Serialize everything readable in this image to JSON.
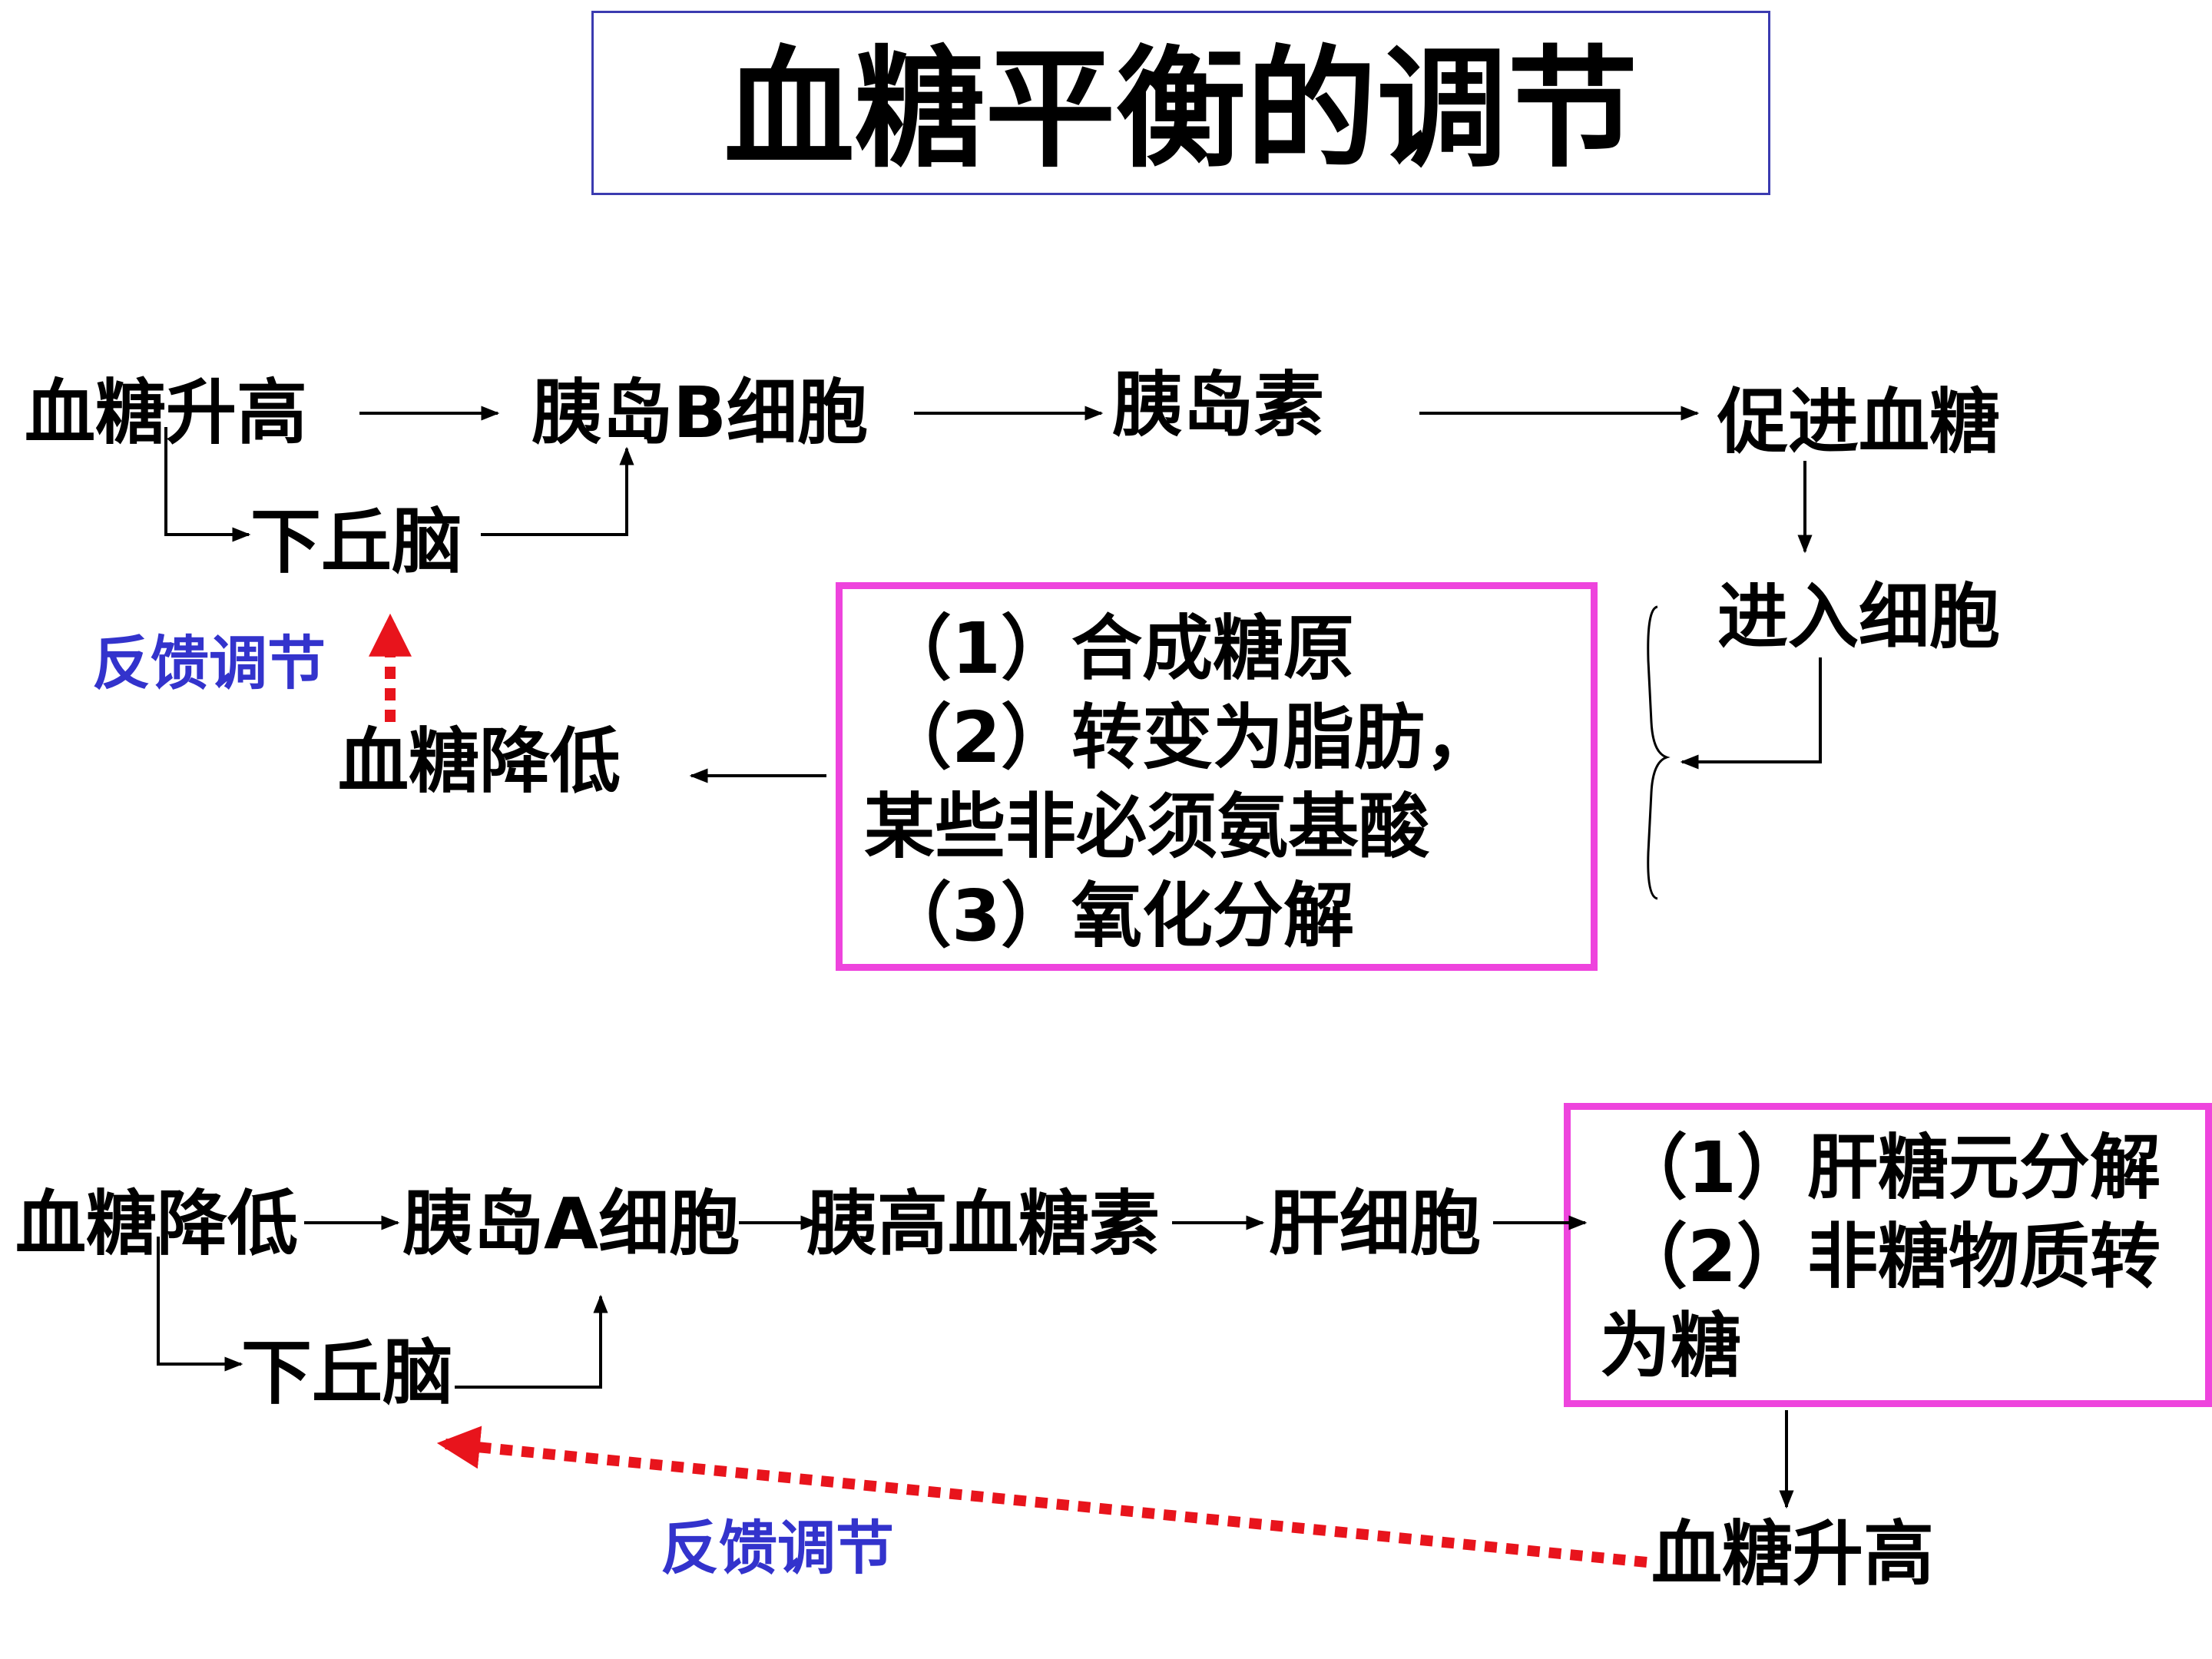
{
  "title": "血糖平衡的调节",
  "top_flow": {
    "n1": "血糖升高",
    "n2": "胰岛B细胞",
    "n3": "胰岛素",
    "n4": "促进血糖",
    "n5": "下丘脑",
    "n6": "进入细胞",
    "n7": "血糖降低",
    "feedback": "反馈调节",
    "effects": [
      "（1）合成糖原",
      "（2）转变为脂肪，",
      "某些非必须氨基酸",
      "（3）氧化分解"
    ]
  },
  "bottom_flow": {
    "n1": "血糖降低",
    "n2": "胰岛A细胞",
    "n3": "胰高血糖素",
    "n4": "肝细胞",
    "n5": "下丘脑",
    "n6": "血糖升高",
    "feedback": "反馈调节",
    "effects": [
      "（1）肝糖元分解",
      "（2）非糖物质转",
      "为糖"
    ]
  },
  "colors": {
    "text": "#000000",
    "feedback_text": "#3333cc",
    "feedback_arrow": "#e8141c",
    "box_border": "#ee44dd",
    "title_border": "#3b3bb0"
  }
}
